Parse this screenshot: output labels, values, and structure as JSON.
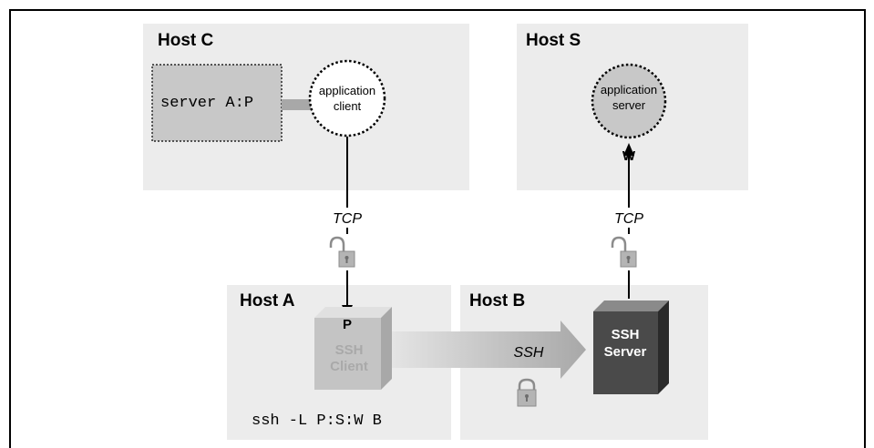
{
  "hosts": {
    "c": {
      "label": "Host C",
      "command": "server A:P"
    },
    "s": {
      "label": "Host S"
    },
    "a": {
      "label": "Host A",
      "command": "ssh -L P:S:W B"
    },
    "b": {
      "label": "Host B"
    }
  },
  "app_client": {
    "line1": "application",
    "line2": "client"
  },
  "app_server": {
    "line1": "application",
    "line2": "server"
  },
  "ssh_client": {
    "line1": "SSH",
    "line2": "Client"
  },
  "ssh_server": {
    "line1": "SSH",
    "line2": "Server"
  },
  "links": {
    "tcp_left": "TCP",
    "tcp_right": "TCP",
    "ssh": "SSH"
  },
  "ports": {
    "p": "P",
    "w": "W"
  },
  "icons": {
    "open_lock": "unlocked-padlock-icon",
    "closed_lock": "locked-padlock-icon"
  },
  "colors": {
    "host_bg": "#ececec",
    "server_box": "#c8c8c8",
    "ssh_client_cube": "#c4c4c4",
    "ssh_server_cube": "#4a4a4a",
    "tunnel_arrow": "#b8b8b8"
  }
}
